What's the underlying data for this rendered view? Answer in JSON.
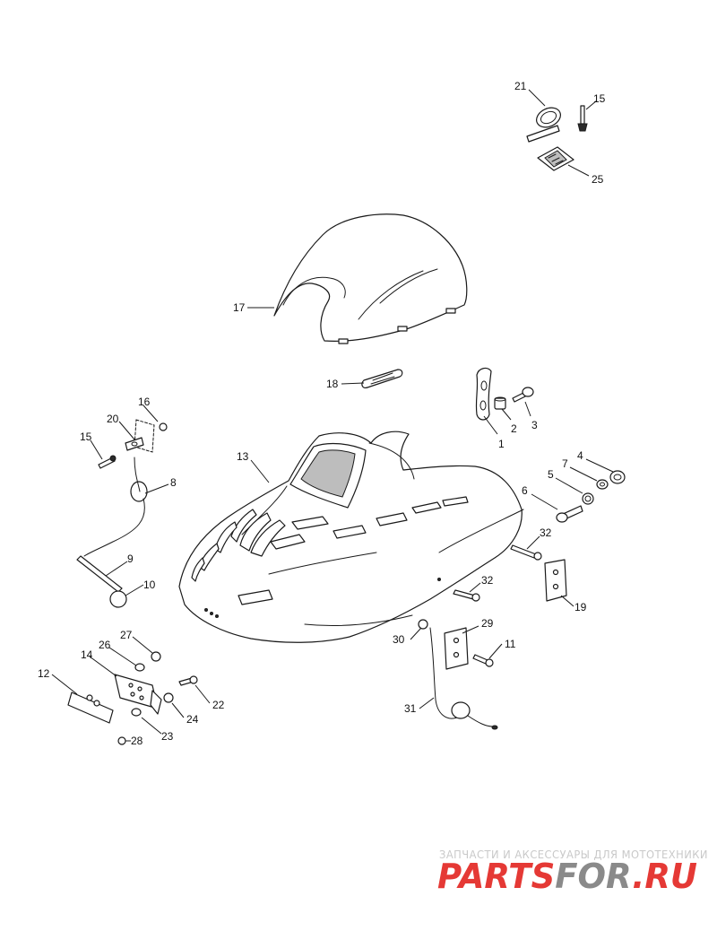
{
  "callouts": {
    "c1": "1",
    "c2": "2",
    "c3": "3",
    "c4": "4",
    "c5": "5",
    "c6": "6",
    "c7": "7",
    "c8": "8",
    "c9": "9",
    "c10": "10",
    "c11": "11",
    "c12": "12",
    "c13": "13",
    "c14": "14",
    "c15a": "15",
    "c15b": "15",
    "c16": "16",
    "c17": "17",
    "c18": "18",
    "c19": "19",
    "c20": "20",
    "c21": "21",
    "c22": "22",
    "c23": "23",
    "c24": "24",
    "c25": "25",
    "c26": "26",
    "c27": "27",
    "c28": "28",
    "c29": "29",
    "c30": "30",
    "c31": "31",
    "c32a": "32",
    "c32b": "32"
  },
  "watermark": {
    "tagline": "ЗАПЧАСТИ И АКСЕССУАРЫ ДЛЯ МОТОТЕХНИКИ",
    "logo_part1": "PARTS",
    "logo_part2": "FOR",
    "logo_part3": ".RU",
    "colors": {
      "red": "#e53935",
      "gray": "#8a8a8a",
      "tagline": "#c9c9c9"
    }
  }
}
